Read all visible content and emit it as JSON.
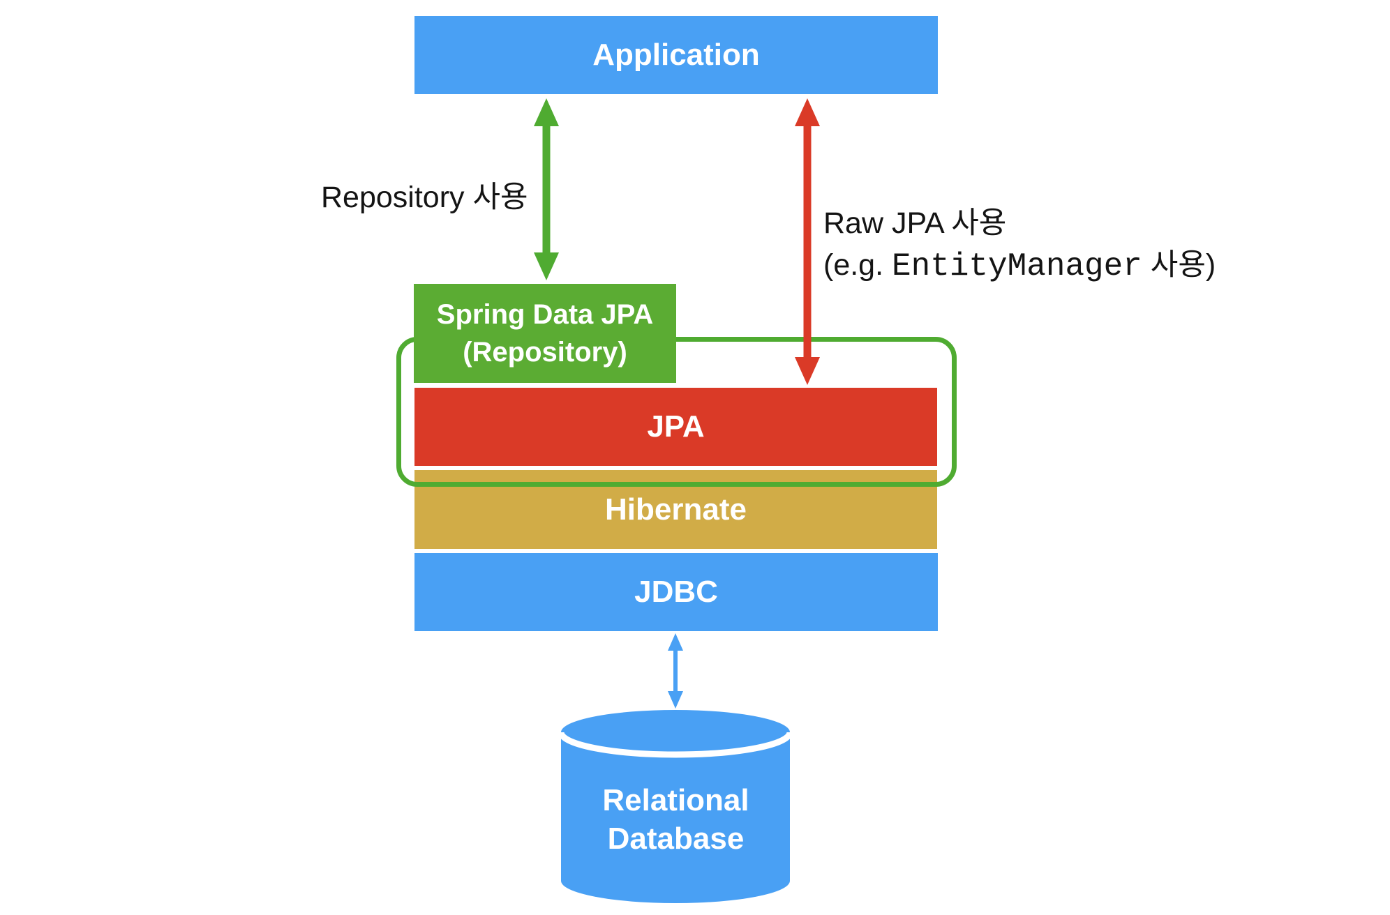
{
  "colors": {
    "blue": "#49A0F4",
    "green": "#4FAB31",
    "green_box": "#5BAC33",
    "red": "#DA3A27",
    "gold": "#D1AC47",
    "ink": "#141414",
    "paper": "#ffffff"
  },
  "layers": {
    "application": "Application",
    "spring_line1": "Spring Data JPA",
    "spring_line2": "(Repository)",
    "jpa": "JPA",
    "hibernate": "Hibernate",
    "jdbc": "JDBC",
    "db_line1": "Relational",
    "db_line2": "Database"
  },
  "annotations": {
    "repository_usage": "Repository 사용",
    "raw_jpa_line1": "Raw JPA 사용",
    "raw_jpa_line2_prefix": "(e.g. ",
    "raw_jpa_line2_code": "EntityManager",
    "raw_jpa_line2_suffix": " 사용)"
  }
}
